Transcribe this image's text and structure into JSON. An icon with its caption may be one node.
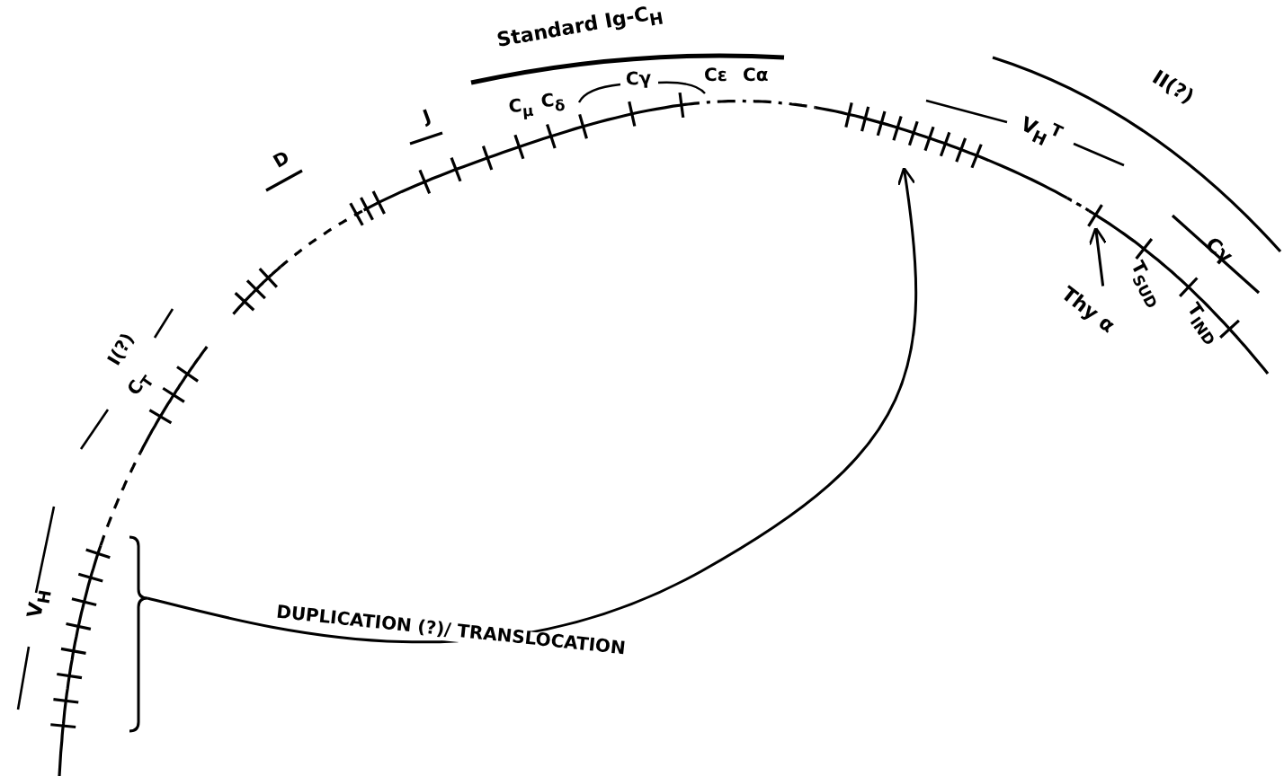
{
  "diagram": {
    "nodes": [
      {
        "text": [],
        "shape": "bracket"
      },
      {
        "text": [],
        "shape": "bar"
      },
      {
        "text": [
          "Thy α"
        ]
      },
      {
        "text": [],
        "shape": "bar"
      }
    ],
    "edges": [
      {
        "from": 0,
        "to": 1,
        "arrow": "to",
        "label": "DUPLICATION (?)/ TRANSLOCATION"
      },
      {
        "from": 2,
        "to": 3,
        "arrow": "to"
      }
    ],
    "labels": [
      "Standard Ig-C$_{H}$",
      "C$_{μ}$",
      "C$_{δ}$",
      "Cγ",
      "Cε",
      "Cα",
      "J",
      "D",
      "I(?)",
      "C$_{T}$",
      "V$_{H}$",
      "V$_{H}$$^{T}$",
      "II(?)",
      "Cγ",
      "T$_{SUD}$",
      "T$_{IND}$"
    ]
  }
}
